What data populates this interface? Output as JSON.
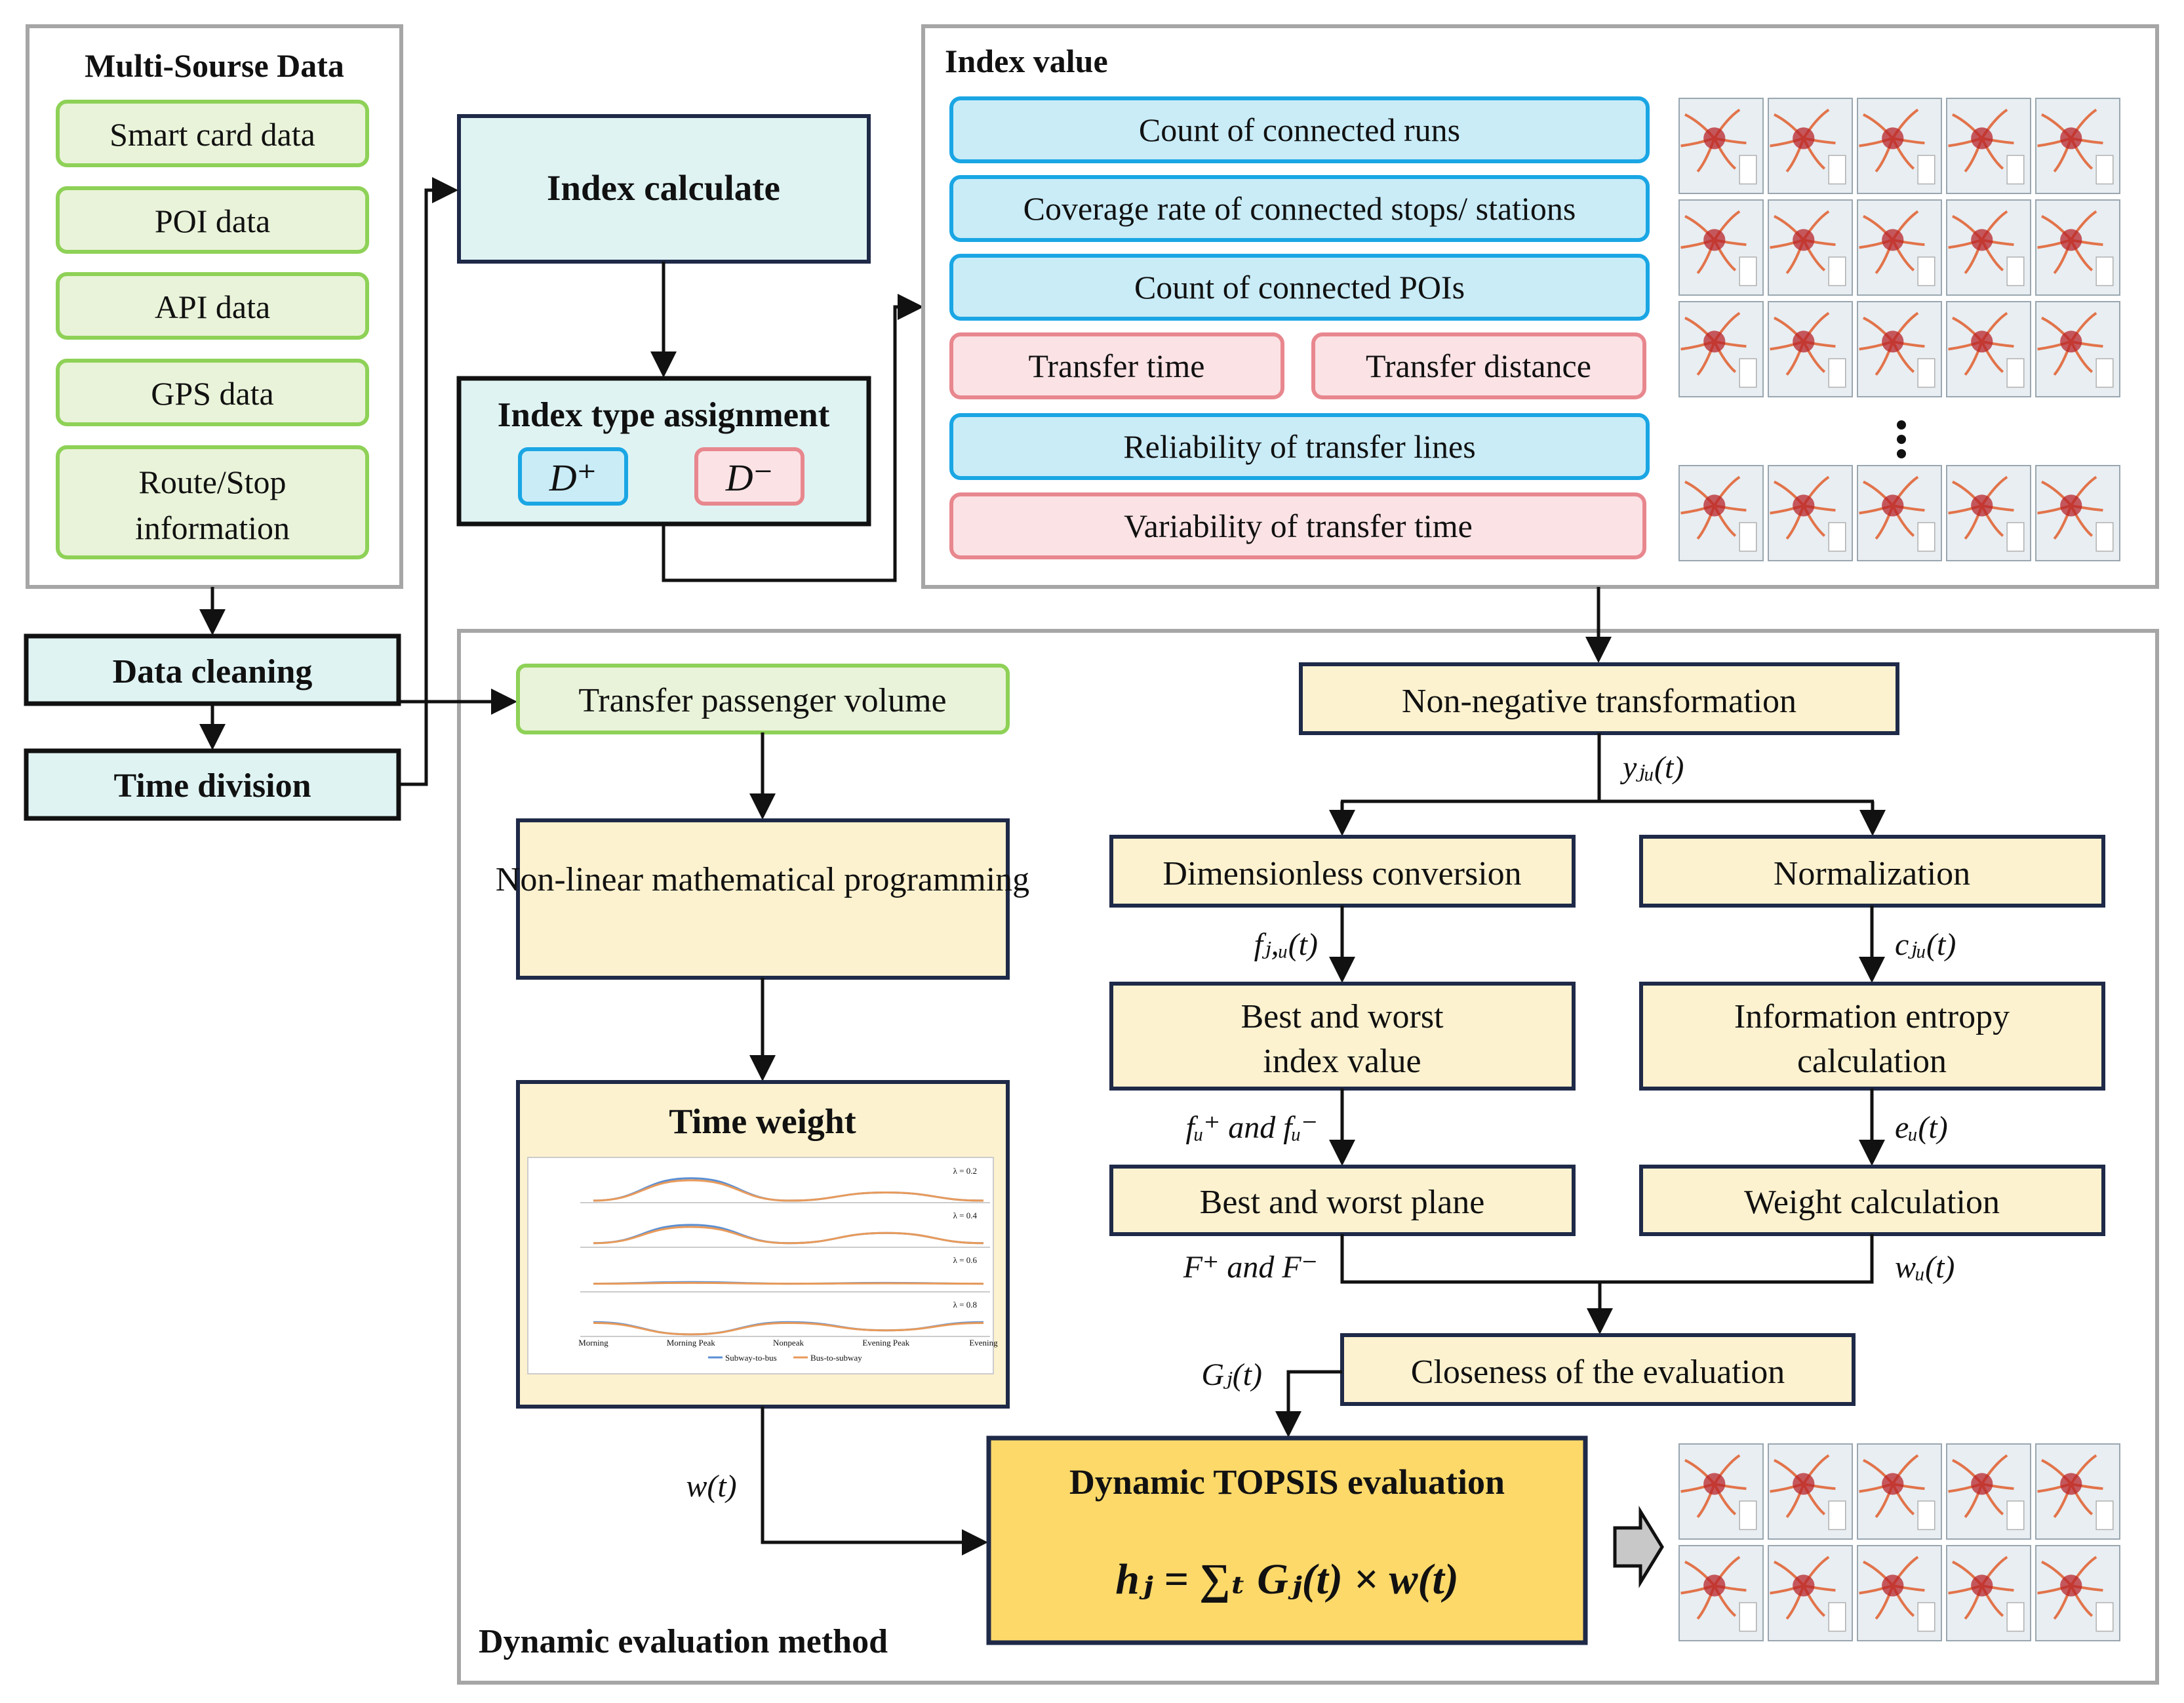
{
  "colors": {
    "gray_border": "#a6a6a6",
    "green_fill": "#e9f3d9",
    "green_border": "#8ed157",
    "teal_fill": "#dff3f3",
    "dark_border": "#111111",
    "blue_fill": "#c9ecf7",
    "blue_border": "#1aa6e4",
    "pink_fill": "#fbe2e5",
    "pink_border": "#e8878e",
    "cream_fill": "#fdf2cf",
    "navy_border": "#1f2a48",
    "gold_fill": "#fdd96a",
    "map_bg": "#e8eef2",
    "map_route": "#e2734a",
    "map_core": "#b8242a"
  },
  "icons": {
    "ellipsis": "vertical-ellipsis-icon",
    "next_arrow": "right-block-arrow-icon"
  },
  "sources": {
    "title": "Multi-Sourse Data",
    "items": [
      "Smart card data",
      "POI data",
      "API data",
      "GPS data",
      "Route/Stop information"
    ]
  },
  "preprocess": {
    "cleaning": "Data cleaning",
    "division": "Time division"
  },
  "index_calc": {
    "title": "Index calculate"
  },
  "index_type": {
    "title": "Index type assignment",
    "plus": "D⁺",
    "minus": "D⁻"
  },
  "index_value": {
    "title": "Index value",
    "positive": [
      "Count of connected runs",
      "Coverage rate of connected stops/ stations",
      "Count of connected POIs",
      "Reliability of transfer lines"
    ],
    "negative": [
      "Transfer time",
      "Transfer distance",
      "Variability of transfer time"
    ]
  },
  "method": {
    "title": "Dynamic evaluation method",
    "volume": "Transfer passenger volume",
    "nlp": "Non-linear mathematical programming",
    "time_weight": "Time weight",
    "nonneg": "Non-negative transformation",
    "dimless": "Dimensionless conversion",
    "normalization": "Normalization",
    "best_worst_value": "Best and worst index value",
    "entropy": "Information entropy calculation",
    "plane": "Best and worst plane",
    "weight_calc": "Weight calculation",
    "closeness": "Closeness of the evaluation",
    "topsis": "Dynamic TOPSIS evaluation",
    "formula": "hⱼ = ∑ₜ Gⱼ(t) × w(t)"
  },
  "symbols": {
    "y_ju": "yⱼᵤ(t)",
    "f_ju": "fⱼ,ᵤ(t)",
    "c_ju": "cⱼᵤ(t)",
    "f_best_worst": "fᵤ⁺ and fᵤ⁻",
    "e_u": "eᵤ(t)",
    "F_best_worst": "F⁺ and F⁻",
    "w_u": "wᵤ(t)",
    "G_j": "Gⱼ(t)",
    "w_t": "w(t)"
  },
  "chart_data": {
    "type": "line",
    "title": "",
    "xlabel": "",
    "ylabel": "",
    "categories": [
      "Morning",
      "Morning Peak",
      "Nonpeak",
      "Evening Peak",
      "Evening"
    ],
    "legend": [
      "Subway-to-bus",
      "Bus-to-subway"
    ],
    "panels": [
      {
        "label": "λ = 0.2",
        "series": [
          {
            "name": "Subway-to-bus",
            "values": [
              0.05,
              0.6,
              0.05,
              0.25,
              0.05
            ]
          },
          {
            "name": "Bus-to-subway",
            "values": [
              0.05,
              0.55,
              0.05,
              0.25,
              0.05
            ]
          }
        ]
      },
      {
        "label": "λ = 0.4",
        "series": [
          {
            "name": "Subway-to-bus",
            "values": [
              0.1,
              0.55,
              0.1,
              0.35,
              0.1
            ]
          },
          {
            "name": "Bus-to-subway",
            "values": [
              0.1,
              0.5,
              0.1,
              0.35,
              0.1
            ]
          }
        ]
      },
      {
        "label": "λ = 0.6",
        "series": [
          {
            "name": "Subway-to-bus",
            "values": [
              0.2,
              0.24,
              0.2,
              0.22,
              0.2
            ]
          },
          {
            "name": "Bus-to-subway",
            "values": [
              0.2,
              0.22,
              0.2,
              0.21,
              0.2
            ]
          }
        ]
      },
      {
        "label": "λ = 0.8",
        "series": [
          {
            "name": "Subway-to-bus",
            "values": [
              0.35,
              0.05,
              0.35,
              0.15,
              0.35
            ]
          },
          {
            "name": "Bus-to-subway",
            "values": [
              0.33,
              0.05,
              0.33,
              0.15,
              0.33
            ]
          }
        ]
      }
    ]
  }
}
